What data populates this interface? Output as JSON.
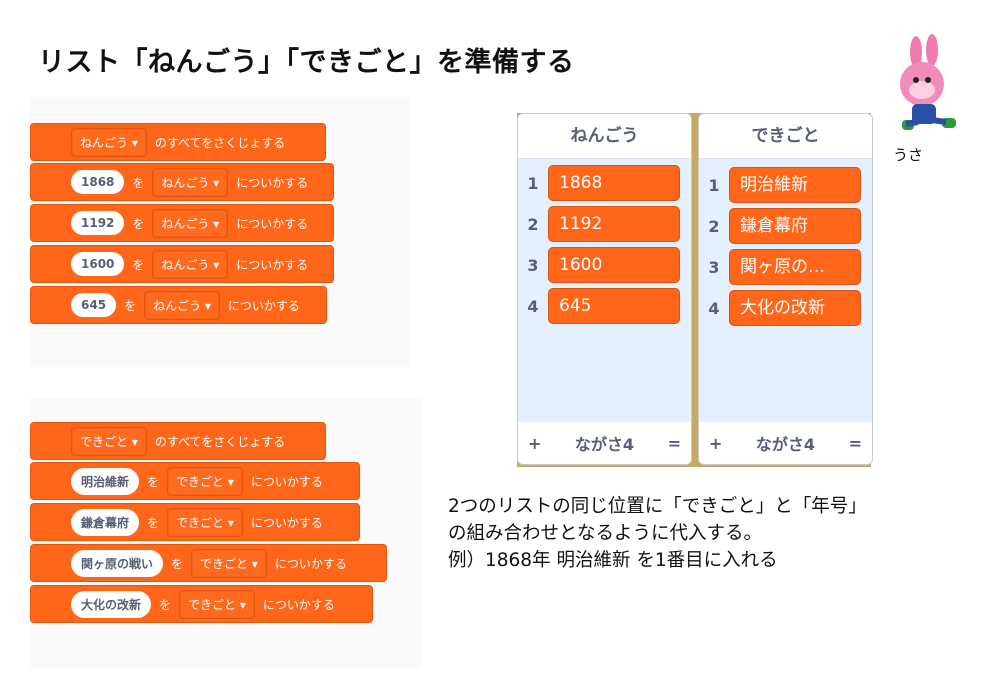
{
  "title": "リスト「ねんごう」「できごと」を準備する",
  "group1": {
    "clear": {
      "list": "ねんごう ▾",
      "label": "のすべてをさくじょする"
    },
    "adds": [
      {
        "value": "1868",
        "wo": "を",
        "list": "ねんごう ▾",
        "label": "についかする"
      },
      {
        "value": "1192",
        "wo": "を",
        "list": "ねんごう ▾",
        "label": "についかする"
      },
      {
        "value": "1600",
        "wo": "を",
        "list": "ねんごう ▾",
        "label": "についかする"
      },
      {
        "value": "645",
        "wo": "を",
        "list": "ねんごう ▾",
        "label": "についかする"
      }
    ]
  },
  "group2": {
    "clear": {
      "list": "できごと ▾",
      "label": "のすべてをさくじょする"
    },
    "adds": [
      {
        "value": "明治維新",
        "wo": "を",
        "list": "できごと ▾",
        "label": "についかする"
      },
      {
        "value": "鎌倉幕府",
        "wo": "を",
        "list": "できごと ▾",
        "label": "についかする"
      },
      {
        "value": "関ヶ原の戦い",
        "wo": "を",
        "list": "できごと ▾",
        "label": "についかする"
      },
      {
        "value": "大化の改新",
        "wo": "を",
        "list": "できごと ▾",
        "label": "についかする"
      }
    ]
  },
  "lists": [
    {
      "name": "ねんごう",
      "items": [
        {
          "n": "1",
          "v": "1868"
        },
        {
          "n": "2",
          "v": "1192"
        },
        {
          "n": "3",
          "v": "1600"
        },
        {
          "n": "4",
          "v": "645"
        }
      ],
      "plus": "+",
      "length": "ながさ4",
      "eq": "="
    },
    {
      "name": "できごと",
      "items": [
        {
          "n": "1",
          "v": "明治維新"
        },
        {
          "n": "2",
          "v": "鎌倉幕府"
        },
        {
          "n": "3",
          "v": "関ヶ原の…"
        },
        {
          "n": "4",
          "v": "大化の改新"
        }
      ],
      "plus": "+",
      "length": "ながさ4",
      "eq": "="
    }
  ],
  "description": [
    "2つのリストの同じ位置に「できごと」と「年号」",
    "の組み合わせとなるように代入する。",
    "例）1868年 明治維新 を1番目に入れる"
  ],
  "character": {
    "name": "うさ"
  }
}
